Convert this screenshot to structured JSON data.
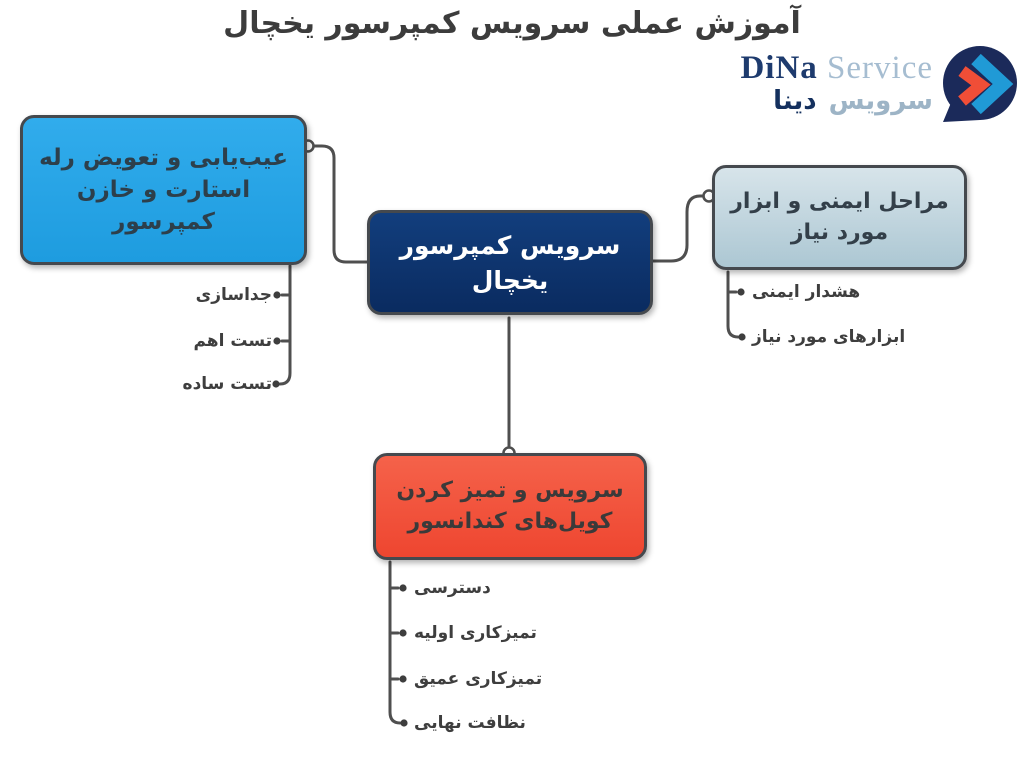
{
  "title": "آموزش عملی سرویس کمپرسور یخچال",
  "logo": {
    "name_en_primary": "DiNa",
    "name_en_secondary": "Service",
    "name_fa_primary": "دینا",
    "name_fa_secondary": "سرویس",
    "colors": {
      "navy": "#1e3b6e",
      "light_gray_blue": "#a6bdd1",
      "icon_bg": "#1b2a5a",
      "icon_blue": "#209ad6",
      "icon_orange": "#f04e37"
    }
  },
  "nodes": {
    "center": {
      "label": "سرویس کمپرسور یخچال",
      "fill": "#0e3570",
      "text": "#ffffff"
    },
    "left": {
      "label": "عیب‌یابی و تعویض رله استارت و خازن کمپرسور",
      "fill": "#29a7e8",
      "children": [
        "جداسازی",
        "تست اهم",
        "تست ساده"
      ]
    },
    "right": {
      "label": "مراحل ایمنی و ابزار مورد نیاز",
      "fill": "#c2d6de",
      "children": [
        "هشدار ایمنی",
        "ابزارهای مورد نیاز"
      ]
    },
    "bottom": {
      "label": "سرویس و تمیز کردن کویل‌های کندانسور",
      "fill": "#f3523a",
      "children": [
        "دسترسی",
        "تمیزکاری اولیه",
        "تمیزکاری عمیق",
        "نظافت نهایی"
      ]
    }
  },
  "style": {
    "connector_color": "#4f4f4f",
    "title_color": "#3c3c3c"
  }
}
